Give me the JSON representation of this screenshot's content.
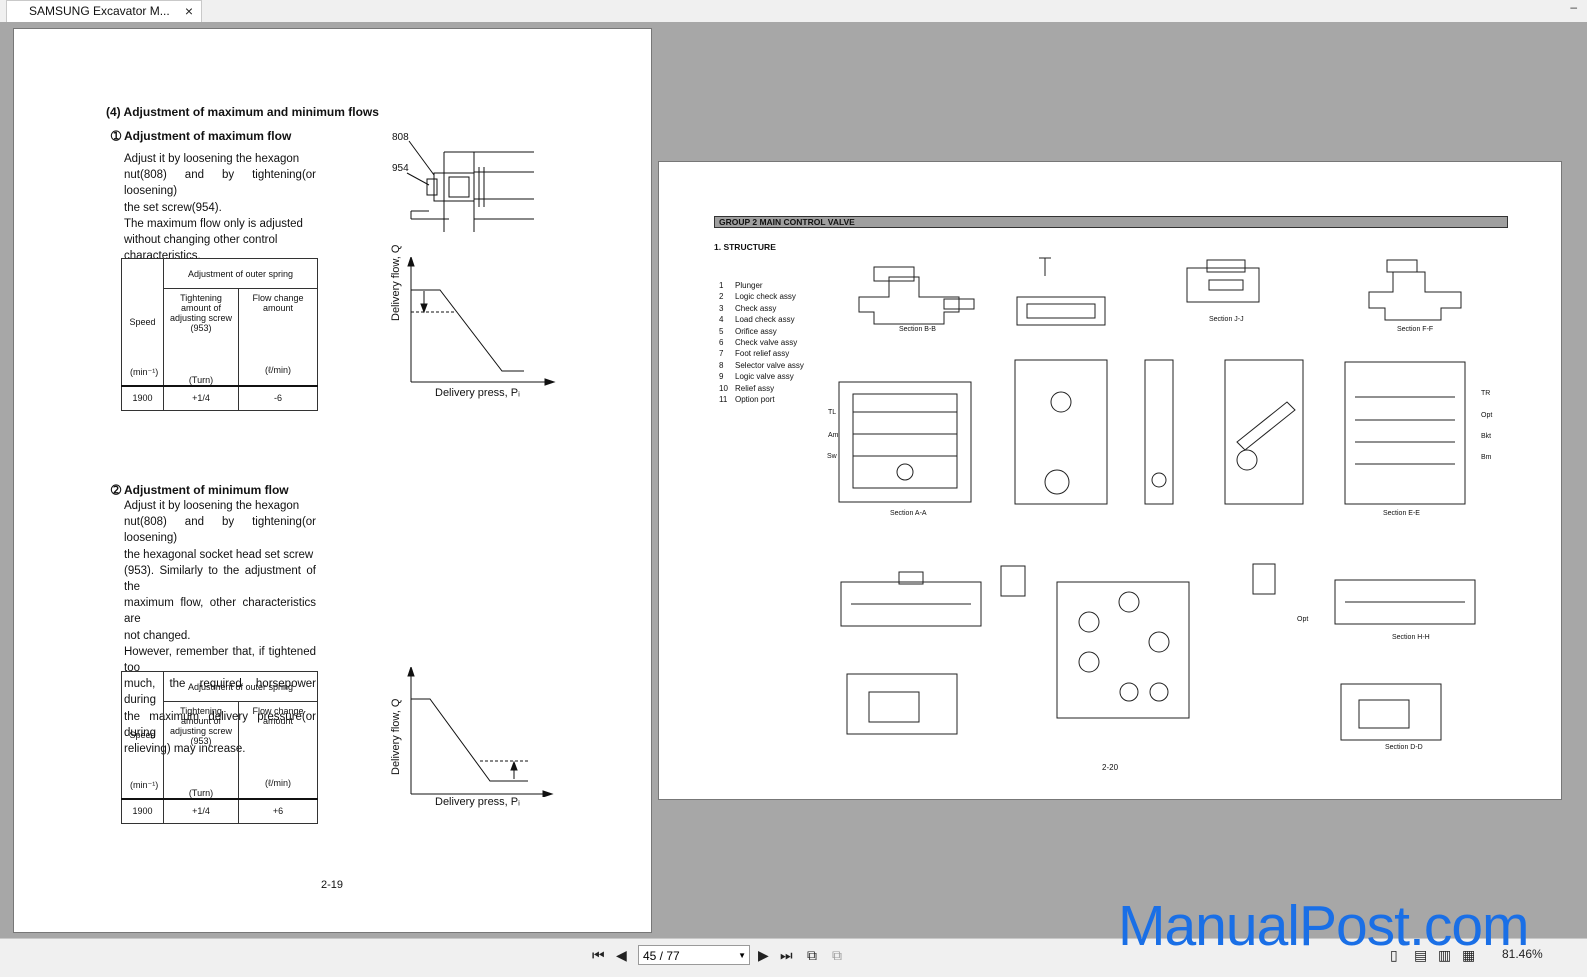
{
  "window": {
    "tab_title": "SAMSUNG Excavator M...",
    "tab_close": "×",
    "min_glyph": "–"
  },
  "left_page": {
    "section_title": "(4)  Adjustment of maximum and minimum flows",
    "max": {
      "heading": "➀ Adjustment of maximum flow",
      "text_lines": [
        "Adjust it by loosening the hexagon",
        "nut(808) and by tightening(or loosening)",
        "the set screw(954).",
        "The maximum flow only is adjusted",
        "without changing other control",
        "characteristics."
      ],
      "table": {
        "speed": "Speed",
        "group": "Adjustment of outer spring",
        "col1": "Tightening amount of adjusting screw (953)",
        "col2": "Flow change amount",
        "unit0": "(min⁻¹)",
        "unit1": "(Turn)",
        "unit2": "(ℓ/min)",
        "row": [
          "1900",
          "+1/4",
          "-6"
        ]
      },
      "callout_808": "808",
      "callout_954": "954",
      "graph_y": "Delivery flow, Q",
      "graph_x": "Delivery press, Pᵢ"
    },
    "min": {
      "heading": "➁ Adjustment of minimum flow",
      "text_lines": [
        "Adjust it by loosening the hexagon",
        "nut(808) and by tightening(or loosening)",
        "the hexagonal socket head set screw",
        "(953).  Similarly to the adjustment of the",
        "maximum flow, other characteristics are",
        "not changed.",
        "However, remember that, if tightened too",
        "much, the required horsepower during",
        "the maximum delivery pressure(or during",
        "relieving) may increase."
      ],
      "table": {
        "speed": "Speed",
        "group": "Adjustment of outer spring",
        "col1": "Tightening amount of adjusting screw (953)",
        "col2": "Flow change amount",
        "unit0": "(min⁻¹)",
        "unit1": "(Turn)",
        "unit2": "(ℓ/min)",
        "row": [
          "1900",
          "+1/4",
          "+6"
        ]
      },
      "graph_y": "Delivery flow, Q",
      "graph_x": "Delivery press, Pᵢ"
    },
    "page_number": "2-19"
  },
  "right_page": {
    "group_title": "GROUP  2  MAIN CONTROL VALVE",
    "structure_title": "1. STRUCTURE",
    "legend": [
      {
        "n": "1",
        "label": "Plunger"
      },
      {
        "n": "2",
        "label": "Logic check assy"
      },
      {
        "n": "3",
        "label": "Check assy"
      },
      {
        "n": "4",
        "label": "Load check assy"
      },
      {
        "n": "5",
        "label": "Orifice assy"
      },
      {
        "n": "6",
        "label": "Check valve assy"
      },
      {
        "n": "7",
        "label": "Foot relief assy"
      },
      {
        "n": "8",
        "label": "Selector valve assy"
      },
      {
        "n": "9",
        "label": "Logic valve assy"
      },
      {
        "n": "10",
        "label": "Relief assy"
      },
      {
        "n": "11",
        "label": "Option port"
      }
    ],
    "sections": {
      "bb": "Section B-B",
      "jj": "Section J-J",
      "ff": "Section F-F",
      "aa": "Section A-A",
      "ee": "Section E-E",
      "hh": "Section H-H",
      "dd": "Section D-D"
    },
    "port_labels": {
      "tl": "TL",
      "am": "Am",
      "sw": "Sw",
      "tr": "TR",
      "opt": "Opt",
      "bkt": "Bkt",
      "bm": "Bm",
      "opt2": "Opt"
    },
    "page_number": "2-20"
  },
  "toolbar": {
    "page_field": "45 / 77",
    "zoom": "81.46%"
  },
  "watermark": "ManualPost.com"
}
